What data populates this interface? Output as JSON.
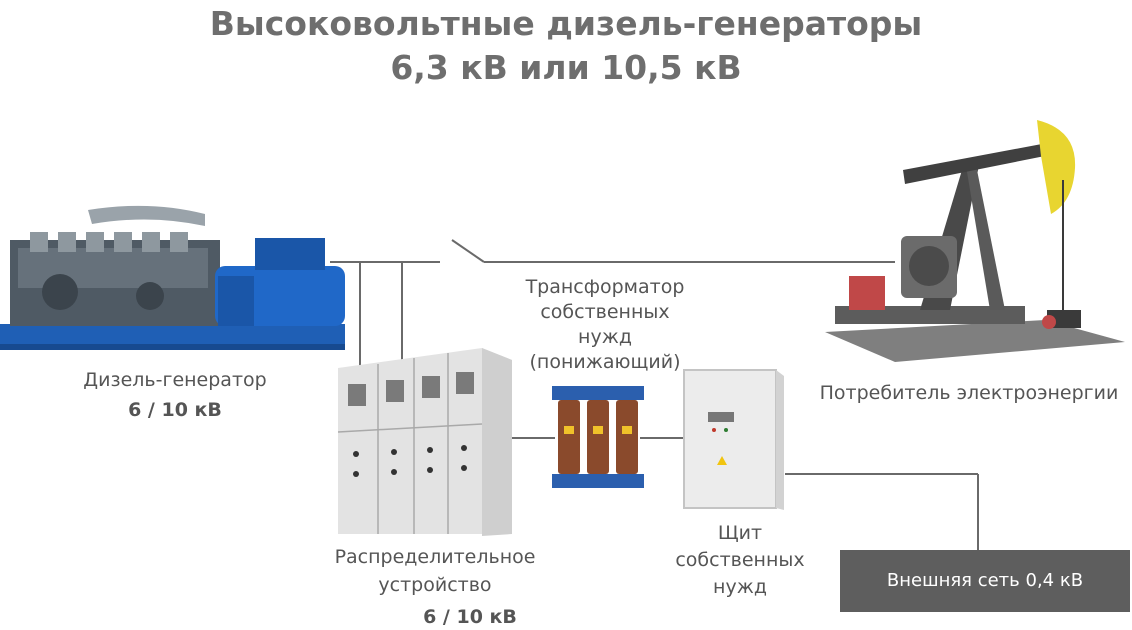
{
  "title": {
    "line1": "Высоковольтные дизель-генераторы",
    "line2": "6,3 кВ или 10,5 кВ"
  },
  "generator": {
    "label": "Дизель-генератор",
    "voltage": "6 / 10 кВ"
  },
  "transformer": {
    "line1": "Трансформатор",
    "line2": "собственных",
    "line3": "нужд",
    "line4": "(понижающий)"
  },
  "switchgear": {
    "line1": "Распределительное",
    "line2": "устройство",
    "voltage": "6 / 10 кВ"
  },
  "panel": {
    "line1": "Щит",
    "line2": "собственных",
    "line3": "нужд"
  },
  "consumer": {
    "label": "Потребитель электроэнергии"
  },
  "external": {
    "label": "Внешняя сеть 0,4 кВ"
  },
  "colors": {
    "wire": "#6a6a6a",
    "generator_blue": "#1f5fb5",
    "external_box": "#5e5e5e"
  }
}
